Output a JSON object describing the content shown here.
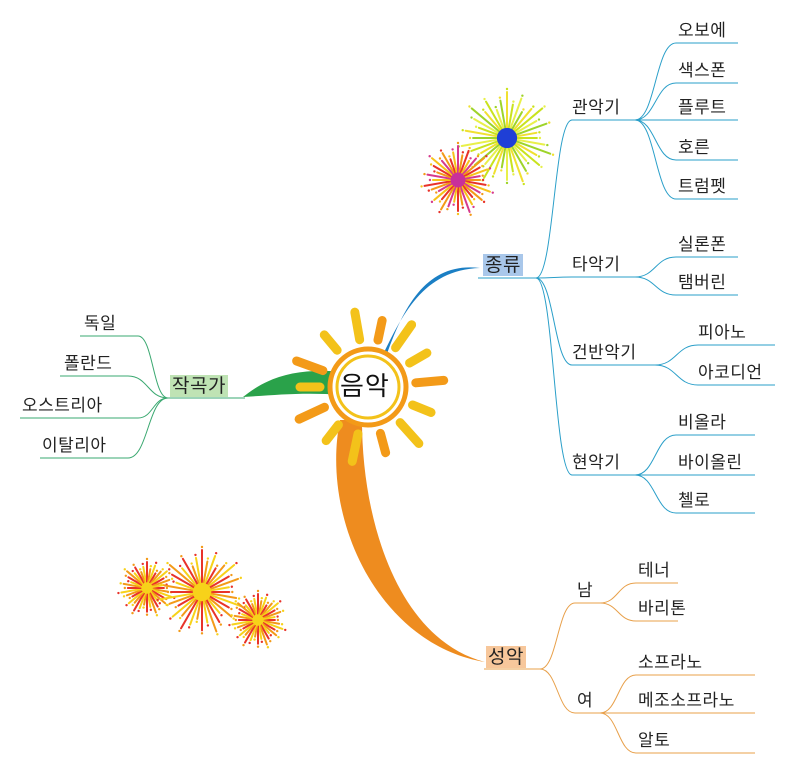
{
  "colors": {
    "blue_branch": "#1b7fc4",
    "orange_branch": "#ee8c1f",
    "green_branch": "#2aa24a",
    "type_highlight": "#a9c7ea",
    "vocal_highlight": "#f7c79b",
    "composer_highlight": "#bfe3b4",
    "sun_yellow": "#f3c21a",
    "sun_orange": "#f39a18"
  },
  "center": {
    "label": "음악",
    "icon": "sun-icon"
  },
  "branches": {
    "types": {
      "label": "종류",
      "groups": [
        {
          "label": "관악기",
          "items": [
            "오보에",
            "색스폰",
            "플루트",
            "호른",
            "트럼펫"
          ]
        },
        {
          "label": "타악기",
          "items": [
            "실론폰",
            "탬버린"
          ]
        },
        {
          "label": "건반악기",
          "items": [
            "피아노",
            "아코디언"
          ]
        },
        {
          "label": "현악기",
          "items": [
            "비올라",
            "바이올린",
            "첼로"
          ]
        }
      ]
    },
    "vocal": {
      "label": "성악",
      "groups": [
        {
          "label": "남",
          "items": [
            "테너",
            "바리톤"
          ]
        },
        {
          "label": "여",
          "items": [
            "소프라노",
            "메조소프라노",
            "알토"
          ]
        }
      ]
    },
    "composers": {
      "label": "작곡가",
      "items": [
        "독일",
        "폴란드",
        "오스트리아",
        "이탈리아"
      ]
    }
  },
  "decorations": [
    "firework-icon",
    "firework-icon",
    "firework-icon",
    "firework-icon",
    "firework-icon"
  ]
}
